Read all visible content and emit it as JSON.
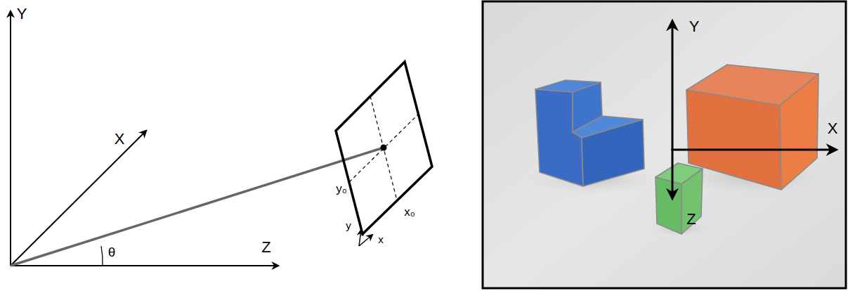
{
  "diagram": {
    "labels": [
      "Y",
      "X",
      "Z",
      "θ",
      "y₀",
      "x₀",
      "y",
      "x",
      "Y",
      "X",
      "Z"
    ]
  }
}
